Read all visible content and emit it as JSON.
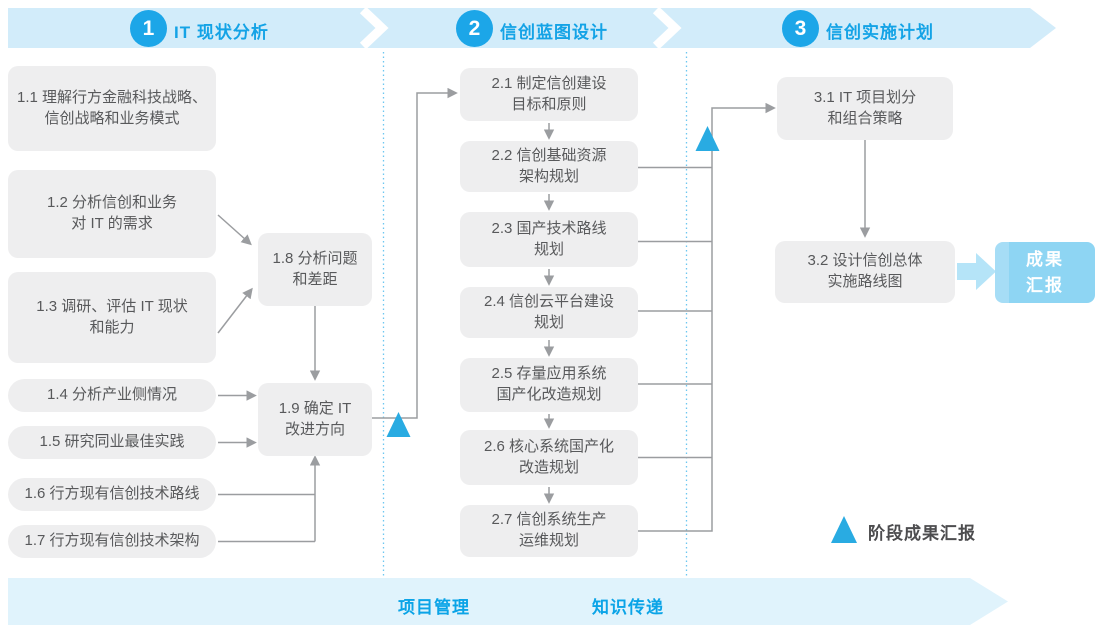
{
  "colors": {
    "accent_blue": "#1ca6e8",
    "banner_bg": "#d2ecfa",
    "footer_banner_bg": "#e0f3fc",
    "box_bg": "#eeeeef",
    "box_text": "#58595b",
    "connector_gray": "#9b9da0",
    "result_box_bg": "#8ed5f3",
    "milestone_triangle": "#29abe2",
    "fat_arrow": "#b5e4f8"
  },
  "banner": {
    "phases": [
      {
        "number": "1",
        "title": "IT 现状分析"
      },
      {
        "number": "2",
        "title": "信创蓝图设计"
      },
      {
        "number": "3",
        "title": "信创实施计划"
      }
    ]
  },
  "phase1": {
    "steps": [
      {
        "id": "1.1",
        "label": "1.1 理解行方金融科技战略、\n信创战略和业务模式"
      },
      {
        "id": "1.2",
        "label": "1.2 分析信创和业务\n对 IT 的需求"
      },
      {
        "id": "1.3",
        "label": "1.3 调研、评估 IT 现状\n和能力"
      },
      {
        "id": "1.4",
        "label": "1.4 分析产业侧情况"
      },
      {
        "id": "1.5",
        "label": "1.5 研究同业最佳实践"
      },
      {
        "id": "1.6",
        "label": "1.6 行方现有信创技术路线"
      },
      {
        "id": "1.7",
        "label": "1.7 行方现有信创技术架构"
      },
      {
        "id": "1.8",
        "label": "1.8 分析问题\n和差距"
      },
      {
        "id": "1.9",
        "label": "1.9 确定 IT\n改进方向"
      }
    ]
  },
  "phase2": {
    "steps": [
      {
        "id": "2.1",
        "label": "2.1 制定信创建设\n目标和原则"
      },
      {
        "id": "2.2",
        "label": "2.2 信创基础资源\n架构规划"
      },
      {
        "id": "2.3",
        "label": "2.3 国产技术路线\n规划"
      },
      {
        "id": "2.4",
        "label": "2.4 信创云平台建设\n规划"
      },
      {
        "id": "2.5",
        "label": "2.5 存量应用系统\n国产化改造规划"
      },
      {
        "id": "2.6",
        "label": "2.6 核心系统国产化\n改造规划"
      },
      {
        "id": "2.7",
        "label": "2.7 信创系统生产\n运维规划"
      }
    ]
  },
  "phase3": {
    "steps": [
      {
        "id": "3.1",
        "label": "3.1 IT 项目划分\n和组合策略"
      },
      {
        "id": "3.2",
        "label": "3.2 设计信创总体\n实施路线图"
      }
    ]
  },
  "result_box": {
    "label": "成果\n汇报"
  },
  "legend": {
    "label": "阶段成果汇报"
  },
  "footer": {
    "items": [
      {
        "label": "项目管理"
      },
      {
        "label": "知识传递"
      }
    ]
  }
}
